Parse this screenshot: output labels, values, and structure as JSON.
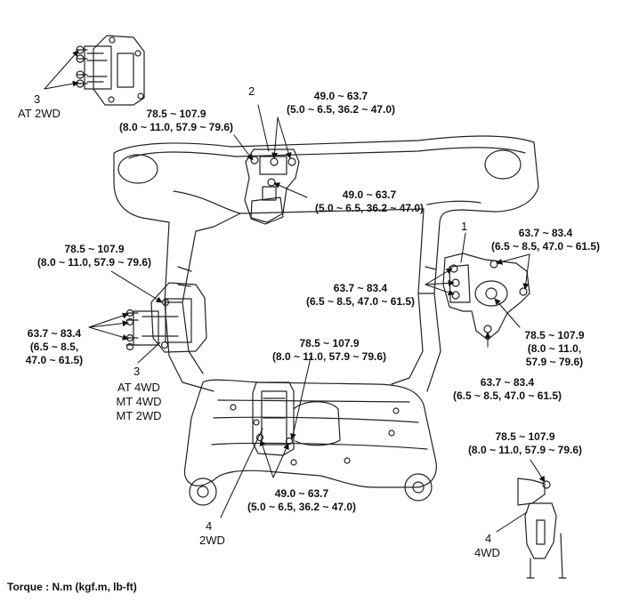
{
  "callouts": {
    "n3_top": "3",
    "n3_top_caption": "AT 2WD",
    "n2": "2",
    "n1": "1",
    "n3_left": "3",
    "n3_left_caption": [
      "AT 4WD",
      "MT 4WD",
      "MT 2WD"
    ],
    "n4_left": "4",
    "n4_left_caption": "2WD",
    "n4_right": "4",
    "n4_right_caption": "4WD"
  },
  "torques": {
    "t_top_left": [
      "78.5 ~ 107.9",
      "(8.0 ~ 11.0, 57.9 ~ 79.6)"
    ],
    "t_top_right": [
      "49.0 ~ 63.7",
      "(5.0 ~ 6.5, 36.2 ~ 47.0)"
    ],
    "t_center": [
      "49.0 ~ 63.7",
      "(5.0 ~ 6.5, 36.2 ~ 47.0)"
    ],
    "t_left_upper": [
      "78.5 ~ 107.9",
      "(8.0 ~ 11.0, 57.9 ~ 79.6)"
    ],
    "t_left_lower": [
      "63.7 ~ 83.4",
      "(6.5 ~ 8.5,",
      "47.0 ~ 61.5)"
    ],
    "t_right_top": [
      "63.7 ~ 83.4",
      "(6.5 ~ 8.5, 47.0 ~ 61.5)"
    ],
    "t_right_mid": [
      "63.7 ~ 83.4",
      "(6.5 ~ 8.5, 47.0 ~ 61.5)"
    ],
    "t_right_side": [
      "78.5 ~ 107.9",
      "(8.0 ~ 11.0,",
      "57.9 ~ 79.6)"
    ],
    "t_right_low": [
      "63.7 ~ 83.4",
      "(6.5 ~ 8.5, 47.0 ~ 61.5)"
    ],
    "t_bottom_mid": [
      "78.5 ~ 107.9",
      "(8.0 ~ 11.0, 57.9 ~ 79.6)"
    ],
    "t_bottom": [
      "49.0 ~ 63.7",
      "(5.0 ~ 6.5, 36.2 ~ 47.0)"
    ],
    "t_4wd": [
      "78.5 ~ 107.9",
      "(8.0 ~ 11.0, 57.9 ~ 79.6)"
    ]
  },
  "footer": "Torque : N.m (kgf.m, lb-ft)"
}
